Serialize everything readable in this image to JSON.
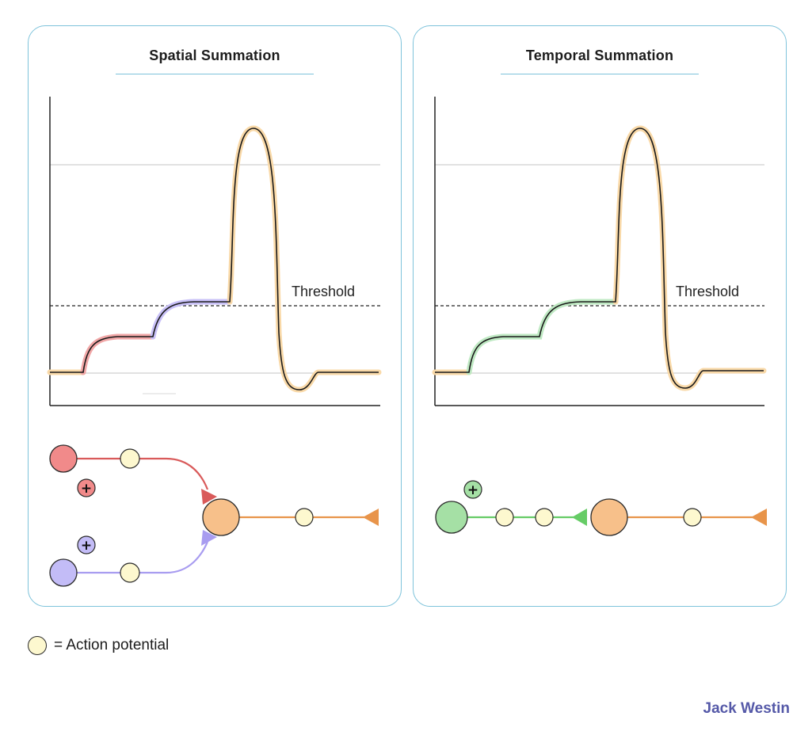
{
  "panels": {
    "spatial": {
      "title": "Spatial Summation",
      "threshold_label": "Threshold"
    },
    "temporal": {
      "title": "Temporal Summation",
      "threshold_label": "Threshold"
    }
  },
  "legend": {
    "label": "= Action potential"
  },
  "brand": {
    "name": "Jack Westin"
  },
  "symbols": {
    "plus": "+"
  },
  "colors": {
    "panel_border": "#7ec3db",
    "excitatory_red": "#e36a6a",
    "excitatory_purple": "#a89cf0",
    "excitatory_green": "#88d888",
    "postsynaptic_orange": "#f7c08a",
    "action_potential": "#fdf8cf",
    "brand": "#5559a8"
  }
}
